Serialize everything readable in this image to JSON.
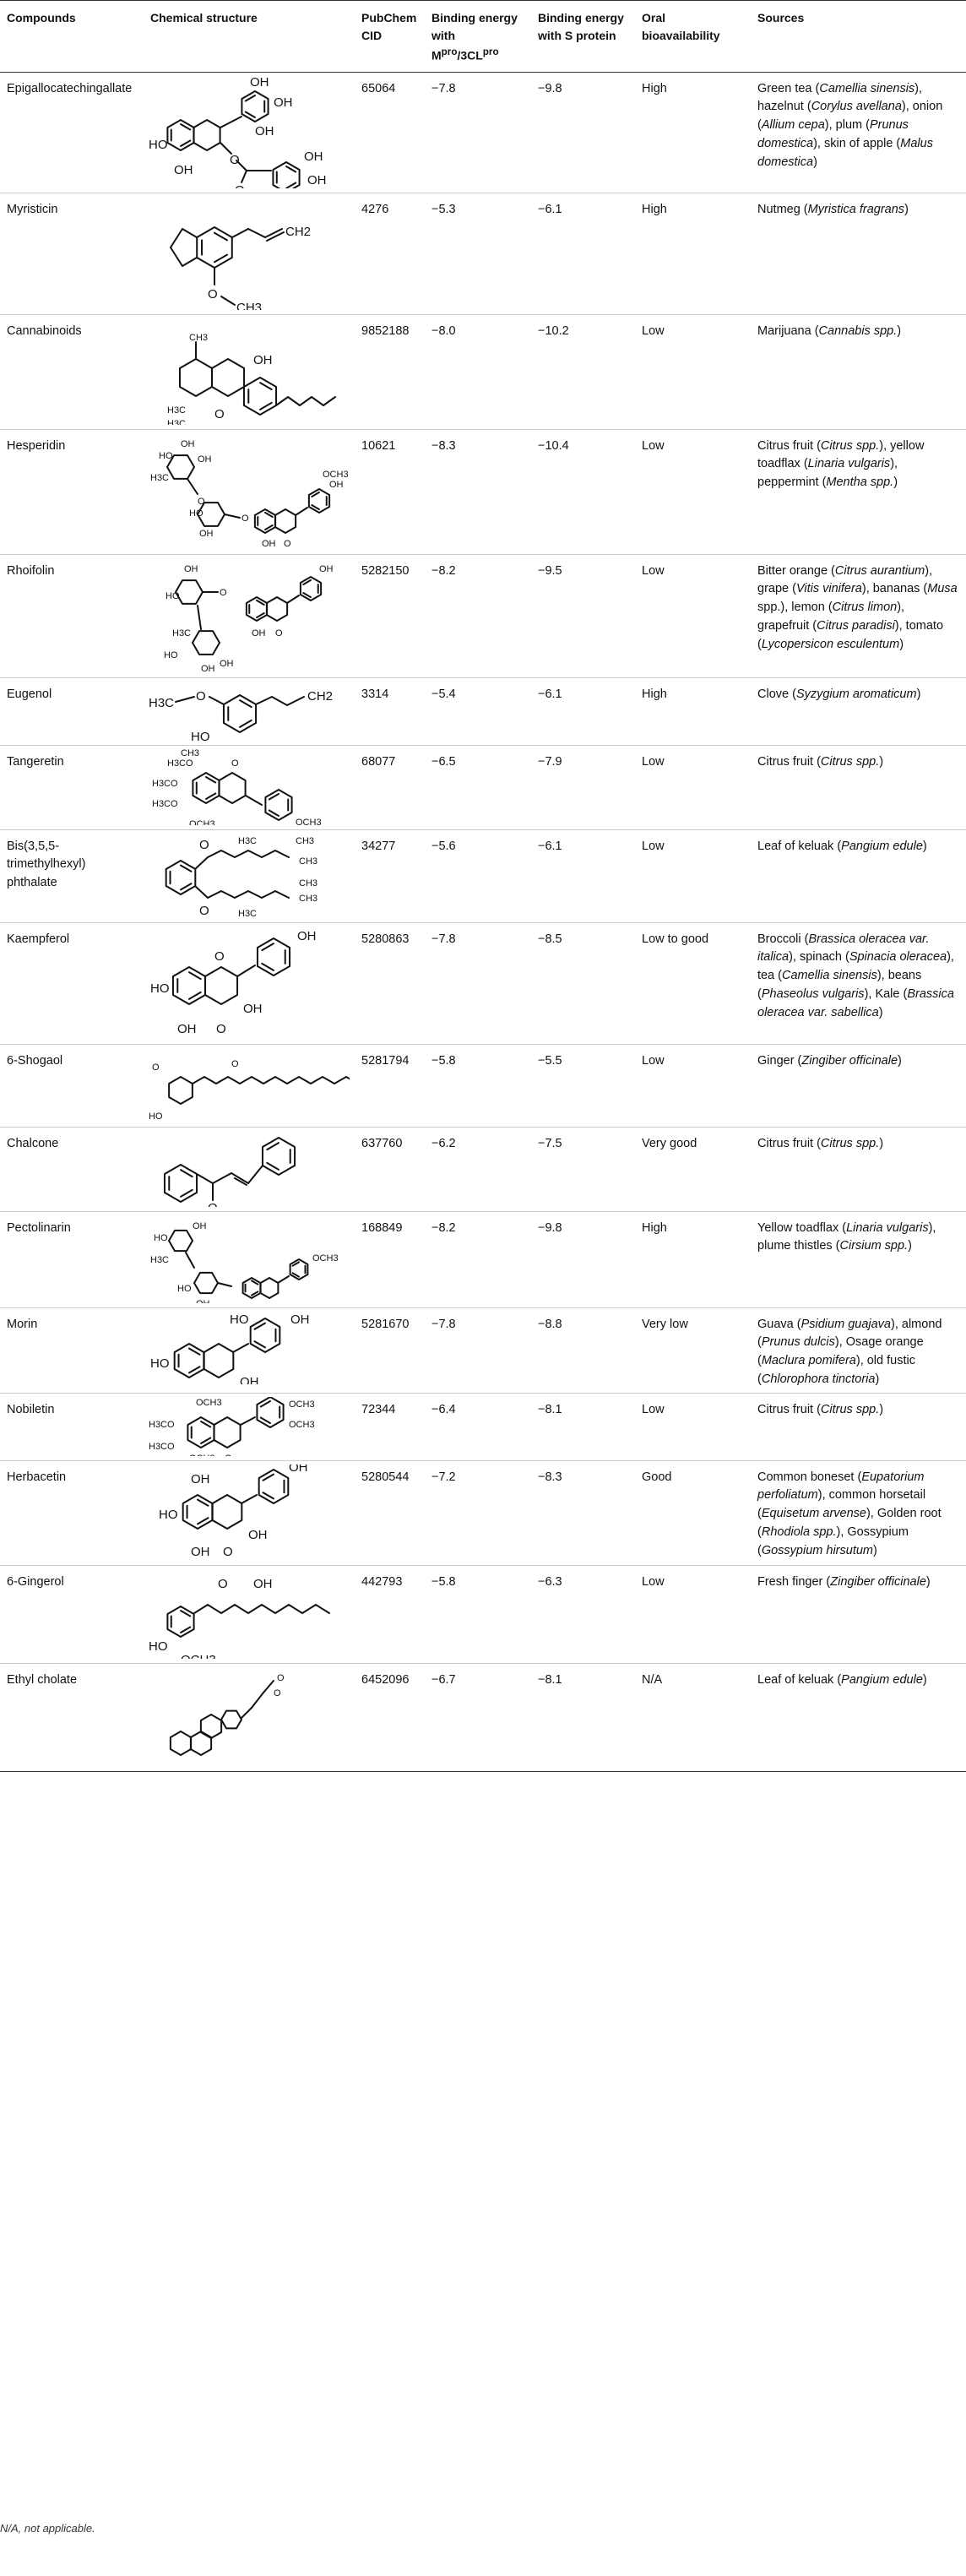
{
  "headers": {
    "compounds": "Compounds",
    "structure": "Chemical structure",
    "cid": "PubChem CID",
    "mpro_prefix": "Binding energy with M",
    "mpro_sup1": "pro",
    "mpro_mid": "/3CL",
    "mpro_sup2": "pro",
    "spike": "Binding energy with S protein",
    "oral": "Oral bioavailability",
    "sources": "Sources"
  },
  "rows": [
    {
      "compound": "Epigallocatechingallate",
      "structure_icon": "egcg-structure",
      "cid": "65064",
      "mpro": "−7.8",
      "s": "−9.8",
      "oral": "High",
      "sources": [
        [
          "Green tea (",
          false
        ],
        [
          "Camellia sinensis",
          true
        ],
        [
          "), hazelnut (",
          false
        ],
        [
          "Corylus avellana",
          true
        ],
        [
          "), onion (",
          false
        ],
        [
          "Allium cepa",
          true
        ],
        [
          "), plum (",
          false
        ],
        [
          "Prunus domestica",
          true
        ],
        [
          "), skin of apple (",
          false
        ],
        [
          "Malus domestica",
          true
        ],
        [
          ")",
          false
        ]
      ]
    },
    {
      "compound": "Myristicin",
      "structure_icon": "myristicin-structure",
      "cid": "4276",
      "mpro": "−5.3",
      "s": "−6.1",
      "oral": "High",
      "sources": [
        [
          "Nutmeg (",
          false
        ],
        [
          "Myristica fragrans",
          true
        ],
        [
          ")",
          false
        ]
      ]
    },
    {
      "compound": "Cannabinoids",
      "structure_icon": "cannabinoid-structure",
      "cid": "9852188",
      "mpro": "−8.0",
      "s": "−10.2",
      "oral": "Low",
      "sources": [
        [
          "Marijuana (",
          false
        ],
        [
          "Cannabis spp.",
          true
        ],
        [
          ")",
          false
        ]
      ]
    },
    {
      "compound": "Hesperidin",
      "structure_icon": "hesperidin-structure",
      "cid": "10621",
      "mpro": "−8.3",
      "s": "−10.4",
      "oral": "Low",
      "sources": [
        [
          "Citrus fruit (",
          false
        ],
        [
          "Citrus spp.",
          true
        ],
        [
          "), yellow toadflax (",
          false
        ],
        [
          "Linaria vulgaris",
          true
        ],
        [
          "), peppermint (",
          false
        ],
        [
          "Mentha spp.",
          true
        ],
        [
          ")",
          false
        ]
      ]
    },
    {
      "compound": "Rhoifolin",
      "structure_icon": "rhoifolin-structure",
      "cid": "5282150",
      "mpro": "−8.2",
      "s": "−9.5",
      "oral": "Low",
      "sources": [
        [
          "Bitter orange (",
          false
        ],
        [
          "Citrus aurantium",
          true
        ],
        [
          "), grape (",
          false
        ],
        [
          "Vitis vinifera",
          true
        ],
        [
          "), bananas (",
          false
        ],
        [
          "Musa",
          true
        ],
        [
          " spp.), lemon (",
          false
        ],
        [
          "Citrus limon",
          true
        ],
        [
          "), grapefruit (",
          false
        ],
        [
          "Citrus paradisi",
          true
        ],
        [
          "), tomato (",
          false
        ],
        [
          "Lycopersicon esculentum",
          true
        ],
        [
          ")",
          false
        ]
      ]
    },
    {
      "compound": "Eugenol",
      "structure_icon": "eugenol-structure",
      "cid": "3314",
      "mpro": "−5.4",
      "s": "−6.1",
      "oral": "High",
      "sources": [
        [
          "Clove (",
          false
        ],
        [
          "Syzygium aromaticum",
          true
        ],
        [
          ")",
          false
        ]
      ]
    },
    {
      "compound": "Tangeretin",
      "structure_icon": "tangeretin-structure",
      "cid": "68077",
      "mpro": "−6.5",
      "s": "−7.9",
      "oral": "Low",
      "sources": [
        [
          "Citrus fruit (",
          false
        ],
        [
          "Citrus spp.",
          true
        ],
        [
          ")",
          false
        ]
      ]
    },
    {
      "compound": "Bis(3,5,5-trimethylhexyl) phthalate",
      "structure_icon": "phthalate-structure",
      "cid": "34277",
      "mpro": "−5.6",
      "s": "−6.1",
      "oral": "Low",
      "sources": [
        [
          "Leaf of keluak (",
          false
        ],
        [
          "Pangium edule",
          true
        ],
        [
          ")",
          false
        ]
      ]
    },
    {
      "compound": "Kaempferol",
      "structure_icon": "kaempferol-structure",
      "cid": "5280863",
      "mpro": "−7.8",
      "s": "−8.5",
      "oral": "Low to good",
      "sources": [
        [
          "Broccoli (",
          false
        ],
        [
          "Brassica oleracea var. italica",
          true
        ],
        [
          "), spinach (",
          false
        ],
        [
          "Spinacia oleracea",
          true
        ],
        [
          "), tea (",
          false
        ],
        [
          "Camellia sinensis",
          true
        ],
        [
          "), beans (",
          false
        ],
        [
          "Phaseolus vulgaris",
          true
        ],
        [
          "), Kale (",
          false
        ],
        [
          "Brassica oleracea var. sabellica",
          true
        ],
        [
          ")",
          false
        ]
      ]
    },
    {
      "compound": "6-Shogaol",
      "structure_icon": "shogaol-structure",
      "cid": "5281794",
      "mpro": "−5.8",
      "s": "−5.5",
      "oral": "Low",
      "sources": [
        [
          "Ginger (",
          false
        ],
        [
          "Zingiber officinale",
          true
        ],
        [
          ")",
          false
        ]
      ]
    },
    {
      "compound": "Chalcone",
      "structure_icon": "chalcone-structure",
      "cid": "637760",
      "mpro": "−6.2",
      "s": "−7.5",
      "oral": "Very good",
      "sources": [
        [
          "Citrus fruit (",
          false
        ],
        [
          "Citrus spp.",
          true
        ],
        [
          ")",
          false
        ]
      ]
    },
    {
      "compound": "Pectolinarin",
      "structure_icon": "pectolinarin-structure",
      "cid": "168849",
      "mpro": "−8.2",
      "s": "−9.8",
      "oral": "High",
      "sources": [
        [
          "Yellow toadflax (",
          false
        ],
        [
          "Linaria vulgaris",
          true
        ],
        [
          "), plume thistles (",
          false
        ],
        [
          "Cirsium spp.",
          true
        ],
        [
          ")",
          false
        ]
      ]
    },
    {
      "compound": "Morin",
      "structure_icon": "morin-structure",
      "cid": "5281670",
      "mpro": "−7.8",
      "s": "−8.8",
      "oral": "Very low",
      "sources": [
        [
          "Guava (",
          false
        ],
        [
          "Psidium guajava",
          true
        ],
        [
          "), almond (",
          false
        ],
        [
          "Prunus dulcis",
          true
        ],
        [
          "), Osage orange (",
          false
        ],
        [
          "Maclura pomifera",
          true
        ],
        [
          "), old fustic (",
          false
        ],
        [
          "Chlorophora tinctoria",
          true
        ],
        [
          ")",
          false
        ]
      ]
    },
    {
      "compound": "Nobiletin",
      "structure_icon": "nobiletin-structure",
      "cid": "72344",
      "mpro": "−6.4",
      "s": "−8.1",
      "oral": "Low",
      "sources": [
        [
          "Citrus fruit (",
          false
        ],
        [
          "Citrus spp.",
          true
        ],
        [
          ")",
          false
        ]
      ]
    },
    {
      "compound": "Herbacetin",
      "structure_icon": "herbacetin-structure",
      "cid": "5280544",
      "mpro": "−7.2",
      "s": "−8.3",
      "oral": "Good",
      "sources": [
        [
          "Common boneset (",
          false
        ],
        [
          "Eupatorium perfoliatum",
          true
        ],
        [
          "), common horsetail (",
          false
        ],
        [
          "Equisetum arvense",
          true
        ],
        [
          "), Golden root (",
          false
        ],
        [
          "Rhodiola spp.",
          true
        ],
        [
          "), Gossypium (",
          false
        ],
        [
          "Gossypium hirsutum",
          true
        ],
        [
          ")",
          false
        ]
      ]
    },
    {
      "compound": "6-Gingerol",
      "structure_icon": "gingerol-structure",
      "cid": "442793",
      "mpro": "−5.8",
      "s": "−6.3",
      "oral": "Low",
      "sources": [
        [
          "Fresh finger (",
          false
        ],
        [
          "Zingiber officinale",
          true
        ],
        [
          ")",
          false
        ]
      ]
    },
    {
      "compound": "Ethyl cholate",
      "structure_icon": "ethyl-cholate-structure",
      "cid": "6452096",
      "mpro": "−6.7",
      "s": "−8.1",
      "oral": "N/A",
      "sources": [
        [
          "Leaf of keluak (",
          false
        ],
        [
          "Pangium edule",
          true
        ],
        [
          ")",
          false
        ]
      ]
    }
  ],
  "footnote": "N/A, not applicable.",
  "structure_labels": {
    "oh": "OH",
    "o": "O",
    "ho": "HO",
    "ch2": "CH2",
    "och3": "OCH3",
    "h3co": "H3CO",
    "h3c": "H3C",
    "ch3": "CH3",
    "h3c_o": "H3C–O"
  }
}
